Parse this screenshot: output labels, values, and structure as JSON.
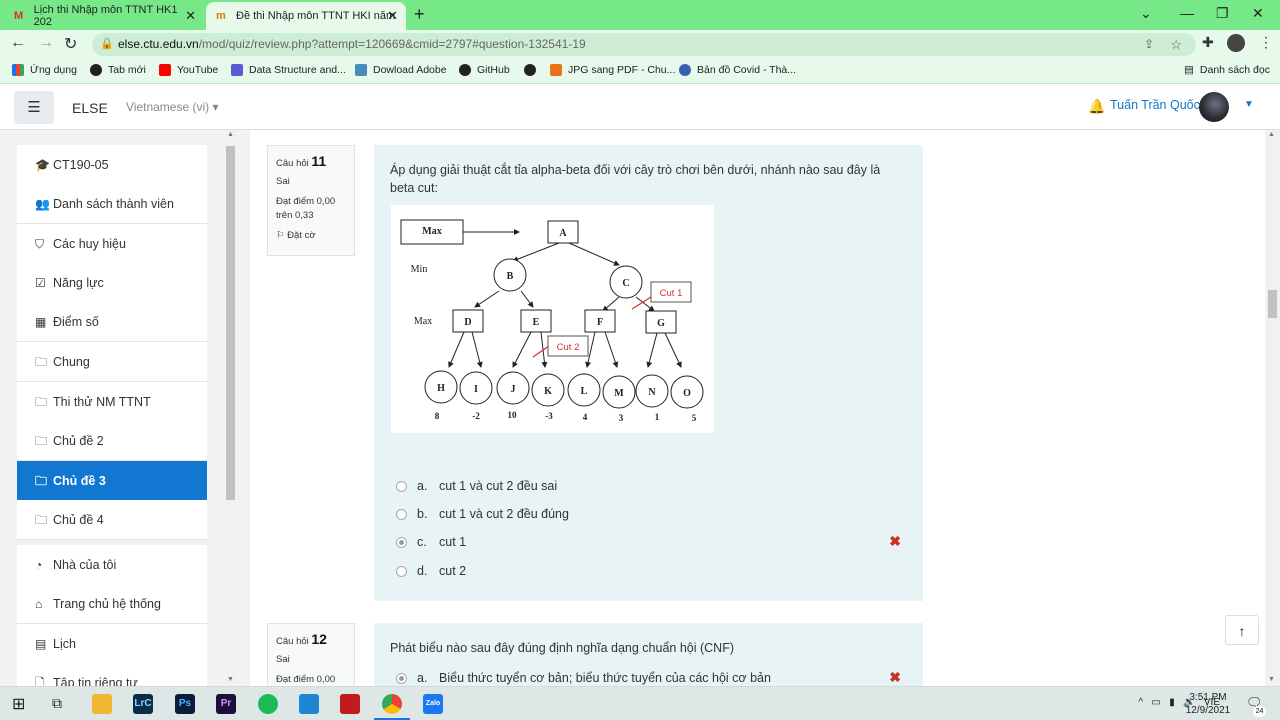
{
  "browser": {
    "tabs": [
      {
        "title": "Lịch thi Nhập môn TTNT HK1 202",
        "active": false
      },
      {
        "title": "Đề thi Nhập môn TTNT HKI năm",
        "active": true
      }
    ],
    "url_host": "else.ctu.edu.vn",
    "url_path": "/mod/quiz/review.php?attempt=120669&cmid=2797#question-132541-19",
    "bookmarks": [
      {
        "label": "Ứng dụng",
        "color": "#1a73e8"
      },
      {
        "label": "Tab mới",
        "color": "#222222"
      },
      {
        "label": "YouTube",
        "color": "#ff0000"
      },
      {
        "label": "Data Structure and...",
        "color": "#5b5bd6"
      },
      {
        "label": "Dowload Adobe",
        "color": "#4a8bbf"
      },
      {
        "label": "GitHub",
        "color": "#222222"
      },
      {
        "label": "",
        "color": "#222222"
      },
      {
        "label": "JPG sang PDF - Chu...",
        "color": "#e8711a"
      },
      {
        "label": "Bản đồ Covid - Thà...",
        "color": "#3a5fb0"
      }
    ],
    "reading_list": "Danh sách đọc"
  },
  "navbar": {
    "brand": "ELSE",
    "language": "Vietnamese (vi)",
    "user_name": "Tuấn Trần Quốc"
  },
  "drawer": {
    "items": [
      {
        "label": "CT190-05",
        "icon": "graduation-cap-icon",
        "glyph": "🎓",
        "active": false
      },
      {
        "label": "Danh sách thành viên",
        "icon": "users-icon",
        "glyph": "👥",
        "active": false
      },
      {
        "label": "Các huy hiệu",
        "icon": "shield-icon",
        "glyph": "⛉",
        "active": false
      },
      {
        "label": "Năng lực",
        "icon": "check-square-icon",
        "glyph": "☑",
        "active": false
      },
      {
        "label": "Điểm số",
        "icon": "table-icon",
        "glyph": "▦",
        "active": false
      },
      {
        "label": "Chung",
        "icon": "folder-icon",
        "glyph": "🗀",
        "active": false
      },
      {
        "label": "Thi thử NM TTNT",
        "icon": "folder-icon",
        "glyph": "🗀",
        "active": false
      },
      {
        "label": "Chủ đề 2",
        "icon": "folder-icon",
        "glyph": "🗀",
        "active": false
      },
      {
        "label": "Chủ đề 3",
        "icon": "folder-icon",
        "glyph": "🗀",
        "active": true
      },
      {
        "label": "Chủ đề 4",
        "icon": "folder-icon",
        "glyph": "🗀",
        "active": false
      }
    ],
    "items2": [
      {
        "label": "Nhà của tôi",
        "icon": "dashboard-icon",
        "glyph": "◔"
      },
      {
        "label": "Trang chủ hệ thống",
        "icon": "home-icon",
        "glyph": "⌂"
      },
      {
        "label": "Lịch",
        "icon": "calendar-icon",
        "glyph": "▤"
      },
      {
        "label": "Tập tin riêng tư",
        "icon": "file-icon",
        "glyph": "🗋"
      }
    ]
  },
  "q11": {
    "prefix": "Câu hỏi",
    "number": "11",
    "status": "Sai",
    "grade_line1": "Đạt điểm 0,00",
    "grade_line2": "trên 0,33",
    "flag": "Đặt cờ",
    "text": "Áp dụng giải thuật cắt tỉa alpha-beta đối với cây trò chơi bên dưới, nhánh nào sau đây là beta cut:",
    "options": [
      {
        "letter": "a.",
        "text": "cut 1 và cut 2 đều sai",
        "checked": false,
        "wrong": false
      },
      {
        "letter": "b.",
        "text": "cut 1 và cut 2 đều đúng",
        "checked": false,
        "wrong": false
      },
      {
        "letter": "c.",
        "text": "cut 1",
        "checked": true,
        "wrong": true
      },
      {
        "letter": "d.",
        "text": "cut 2",
        "checked": false,
        "wrong": false
      }
    ],
    "tree": {
      "labels": {
        "max": "Max",
        "min": "Min",
        "max2": "Max",
        "cut1": "Cut 1",
        "cut2": "Cut 2"
      },
      "root": "A",
      "min_nodes": [
        "B",
        "C"
      ],
      "max_nodes": [
        "D",
        "E",
        "F",
        "G"
      ],
      "leaves": [
        "H",
        "I",
        "J",
        "K",
        "L",
        "M",
        "N",
        "O"
      ],
      "values": [
        "8",
        "-2",
        "10",
        "-3",
        "4",
        "3",
        "1",
        "5"
      ]
    }
  },
  "q12": {
    "prefix": "Câu hỏi",
    "number": "12",
    "status": "Sai",
    "grade_line1": "Đạt điểm 0,00",
    "text": "Phát biểu nào sau đây đúng định nghĩa dạng chuẩn hội (CNF)",
    "options": [
      {
        "letter": "a.",
        "text": "Biểu thức tuyển cơ bản; biểu thức tuyển của các hội cơ bản",
        "checked": true,
        "wrong": true
      }
    ]
  },
  "taskbar": {
    "apps": [
      {
        "name": "file-explorer",
        "label": "",
        "color": "#f2b632"
      },
      {
        "name": "lightroom",
        "label": "LrC",
        "color": "#0b2c4a"
      },
      {
        "name": "photoshop",
        "label": "Ps",
        "color": "#0a1e3c"
      },
      {
        "name": "premiere",
        "label": "Pr",
        "color": "#1d0f3c"
      },
      {
        "name": "spotify",
        "label": "",
        "color": "#1db954"
      },
      {
        "name": "vscode",
        "label": "",
        "color": "#1f86d6"
      },
      {
        "name": "game",
        "label": "",
        "color": "#c21b1b"
      },
      {
        "name": "chrome",
        "label": "",
        "color": "#e8a317"
      },
      {
        "name": "zalo",
        "label": "Zalo",
        "color": "#1a78f2"
      }
    ],
    "lang": "VIE",
    "time": "3:51 PM",
    "date": "12/9/2021",
    "notif_count": "24"
  }
}
